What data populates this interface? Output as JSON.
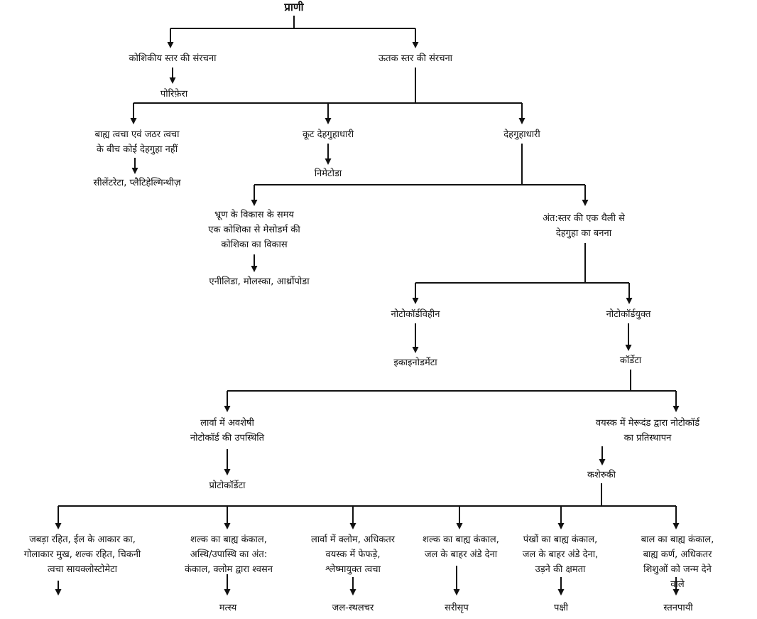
{
  "title": "प्राणी",
  "nodes": {
    "cell_level": "कोशिकीय स्तर की संरचना",
    "tissue_level": "ऊतक स्तर की संरचना",
    "porifera": "पोरिफ़ेरा",
    "no_cavity": "बाह्य त्वचा एवं जठर त्वचा\nके बीच कोई देहगुहा नहीं",
    "pseudo_coelom": "कूट देहगुहाधारी",
    "coelomate": "देहगुहाधारी",
    "coelenterata": "सीलेंटरेटा, प्लैटिहेल्मिन्थीज़",
    "nematoda": "निमेटोडा",
    "schizocoel": "भ्रूण के विकास के समय\nएक कोशिका से मेसोडर्म की\nकोशिका का विकास",
    "enterocoel": "अंत:स्तर की एक थैली से\nदेहगुहा का बनना",
    "annelida": "एनीलिडा, मोलस्का, आर्थ्रोपोडा",
    "non_chordate": "नोटोकॉर्डविहीन",
    "with_notochord": "नोटोकॉर्डयुक्त",
    "echinodermata": "इकाइनोडर्मेटा",
    "chordata": "कॉर्डेटा",
    "larval_notochord": "लार्वा में अवशेषी\nनोटोकॉर्ड की उपस्थिति",
    "adult_vertebral": "वयस्क में मेरूदंड द्वारा नोटोकॉर्ड\nका प्रतिस्थापन",
    "protochordata": "प्रोटोकॉर्डेटा",
    "vertebrata": "कशेरुकी",
    "cyclostomata_desc": "जबड़ा रहित, ईल के आकार का,\nगोलाकार मुख, शल्क रहित, चिकनी\nत्वचा सायक्लोस्टोमेटा",
    "fish_desc": "शल्क का बाह्य कंकाल,\nअस्थि/उपास्थि का अंत:\nकंकाल, क्लोम द्वारा श्वसन",
    "amphibia_desc": "लार्वा में क्लोम, अधिकतर\nवयस्क में फेफड़े,\nश्लेष्मायुक्त त्वचा",
    "reptile_desc": "शल्क का बाह्य कंकाल,\nजल के बाहर अंडे देना",
    "bird_desc": "पंखों का बाह्य कंकाल,\nजल के बाहर अंडे देना,\nउड़ने की क्षमता",
    "mammal_desc": "बाल का बाह्य कंकाल,\nबाह्य कर्ण, अधिकतर\nशिशुओं को जन्म देने वाले",
    "fish": "मत्स्य",
    "amphibia": "जल-स्थलचर",
    "reptile": "सरीसृप",
    "bird": "पक्षी",
    "mammal": "स्तनपायी"
  },
  "colors": {
    "line": "#111111",
    "text": "#111111",
    "background": "#ffffff"
  }
}
